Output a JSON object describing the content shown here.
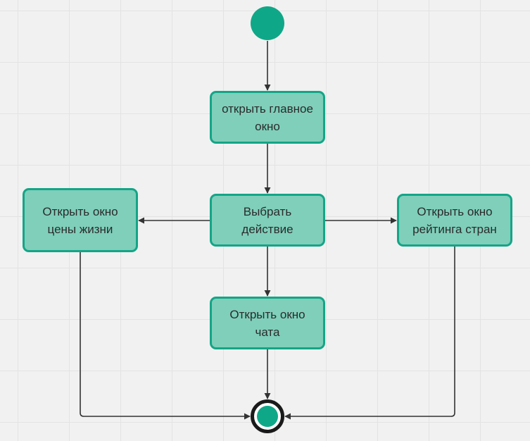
{
  "colors": {
    "node_fill": "#7fcfba",
    "node_border": "#14a587",
    "start_fill": "#0ea888",
    "end_ring": "#1a1a1a",
    "arrow": "#333333",
    "grid": "#e3e3e3",
    "background": "#f1f1f1"
  },
  "nodes": {
    "open_main": {
      "line1": "открыть главное",
      "line2": "окно"
    },
    "choose_action": {
      "line1": "Выбрать",
      "line2": "действие"
    },
    "open_life_price": {
      "line1": "Открыть окно",
      "line2": "цены жизни"
    },
    "open_rating": {
      "line1": "Открыть окно",
      "line2": "рейтинга стран"
    },
    "open_chat": {
      "line1": "Открыть окно",
      "line2": "чата"
    }
  }
}
